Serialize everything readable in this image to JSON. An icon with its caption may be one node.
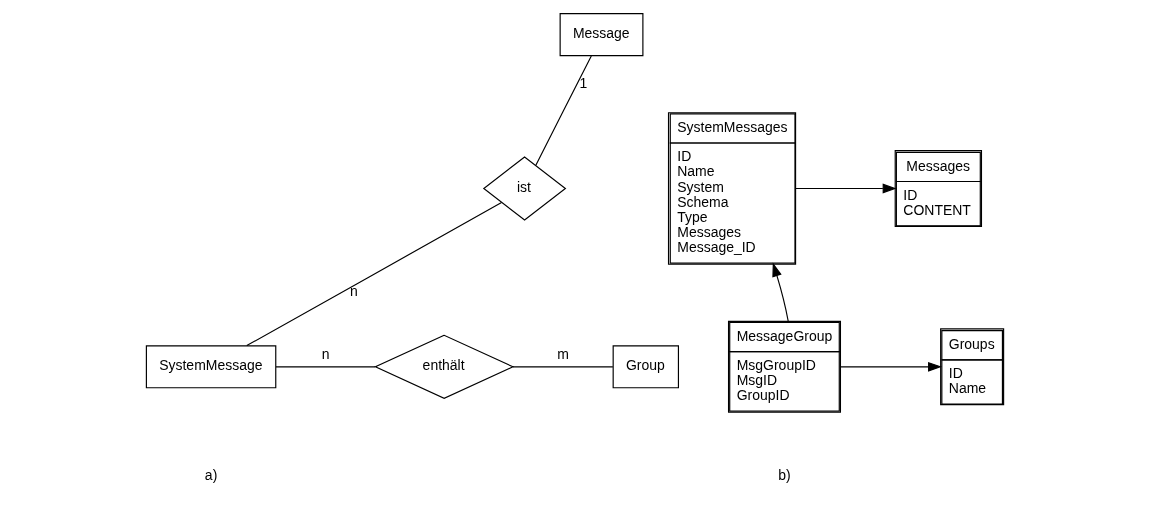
{
  "diagram": {
    "nodes": [
      {
        "text": [
          "Message"
        ]
      },
      {
        "text": [
          "ist"
        ]
      },
      {
        "text": [
          "SystemMessage"
        ]
      },
      {
        "text": [
          "enthält"
        ]
      },
      {
        "text": [
          "Group"
        ]
      },
      {
        "text": [
          "SystemMessages",
          "ID",
          "Name",
          "System",
          "Schema",
          "Type",
          "Messages",
          "Message_ID"
        ]
      },
      {
        "text": [
          "Messages",
          "ID",
          "CONTENT"
        ]
      },
      {
        "text": [
          "MessageGroup",
          "MsgGroupID",
          "MsgID",
          "GroupID"
        ]
      },
      {
        "text": [
          "Groups",
          "ID",
          "Name"
        ]
      }
    ],
    "edges": [
      {
        "from": 0,
        "to": 1,
        "arrow": "none",
        "label": "1"
      },
      {
        "from": 1,
        "to": 2,
        "arrow": "none",
        "label": "n"
      },
      {
        "from": 2,
        "to": 3,
        "arrow": "none",
        "label": "n"
      },
      {
        "from": 3,
        "to": 4,
        "arrow": "none",
        "label": "m"
      },
      {
        "from": 5,
        "to": 6,
        "arrow": "to"
      },
      {
        "from": 7,
        "to": 5,
        "arrow": "to"
      },
      {
        "from": 7,
        "to": 8,
        "arrow": "to"
      }
    ],
    "labels": [
      "a)",
      "b)"
    ]
  }
}
